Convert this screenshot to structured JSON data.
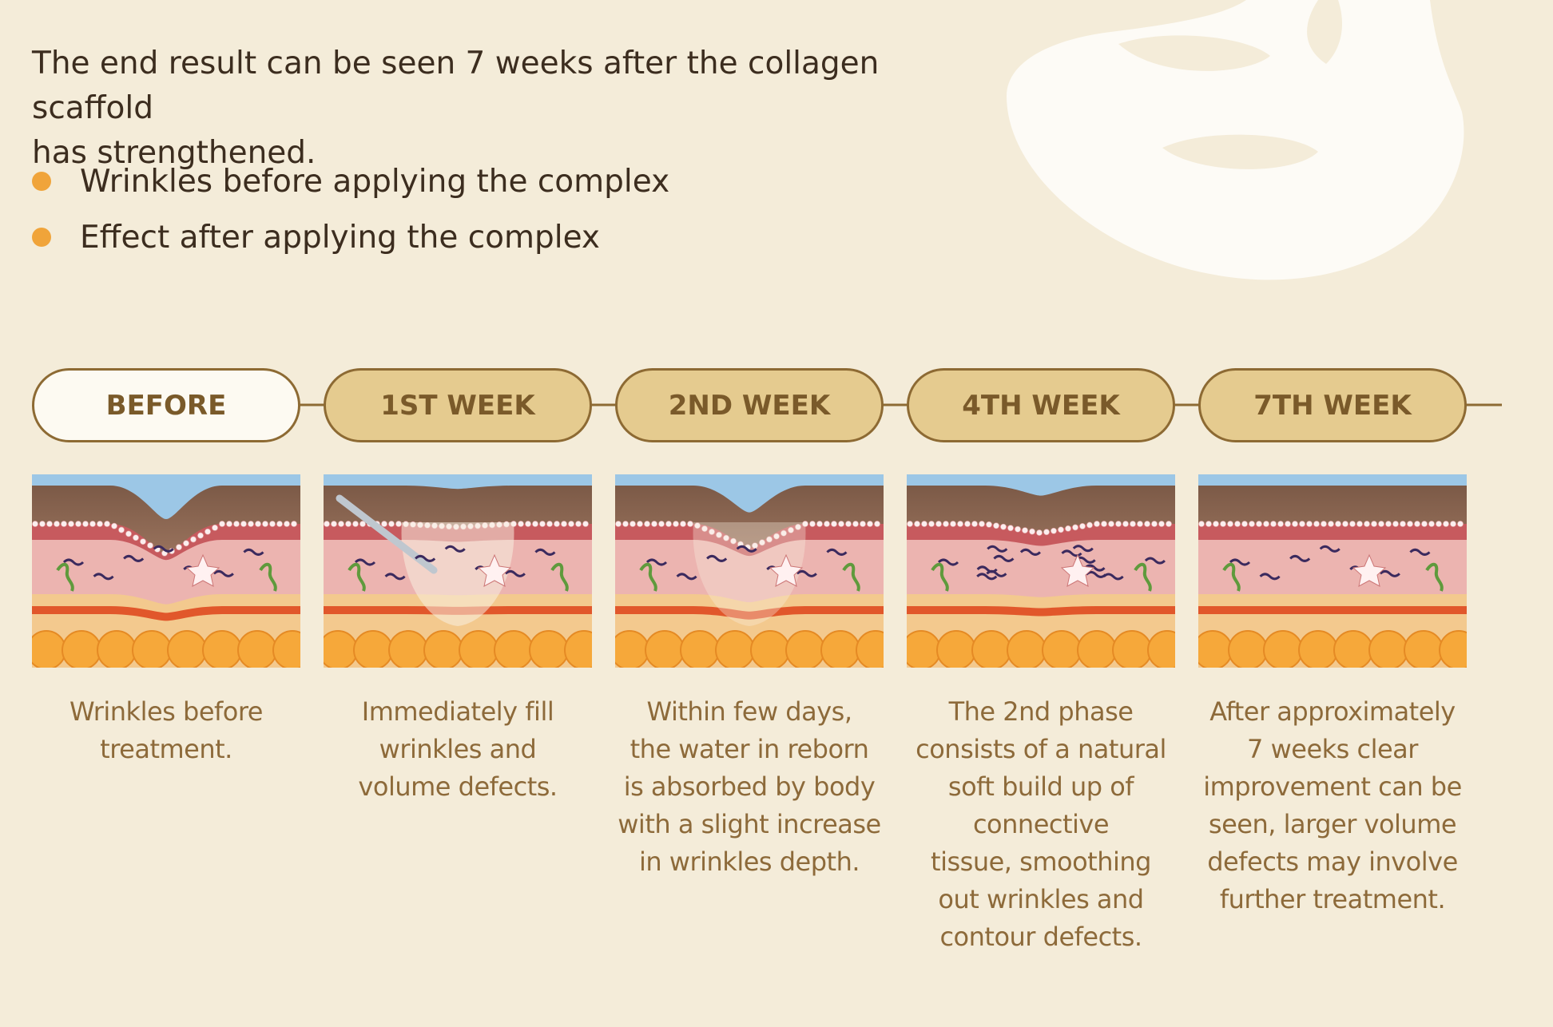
{
  "intro": {
    "text": "The end result can be seen 7 weeks after the collagen scaffold\nhas strengthened."
  },
  "legend": [
    {
      "label": "Wrinkles before applying the complex"
    },
    {
      "label": "Effect after applying the complex"
    }
  ],
  "colors": {
    "background": "#f4ecd9",
    "accent_dot": "#f0a43a",
    "step_fill": "#e5cb8f",
    "step_border": "#8d6a33",
    "caption_text": "#8d6a3a"
  },
  "steps": [
    {
      "label": "BEFORE",
      "caption": "Wrinkles before\ntreatment.",
      "wrinkle_depth": 1.0,
      "filler": "none"
    },
    {
      "label": "1ST WEEK",
      "caption": "Immediately fill\nwrinkles and\nvolume defects.",
      "wrinkle_depth": 0.1,
      "filler": "full"
    },
    {
      "label": "2ND WEEK",
      "caption": "Within few days,\nthe water in reborn\nis absorbed by body\nwith a slight increase\nin wrinkles depth.",
      "wrinkle_depth": 0.8,
      "filler": "partial"
    },
    {
      "label": "4TH WEEK",
      "caption": "The 2nd phase\nconsists of a natural\nsoft build up of\nconnective\ntissue, smoothing\nout wrinkles and\ncontour defects.",
      "wrinkle_depth": 0.3,
      "filler": "collagen"
    },
    {
      "label": "7TH WEEK",
      "caption": "After approximately\n7 weeks clear\nimprovement can be\nseen, larger volume\ndefects may involve\nfurther treatment.",
      "wrinkle_depth": 0.0,
      "filler": "none"
    }
  ]
}
